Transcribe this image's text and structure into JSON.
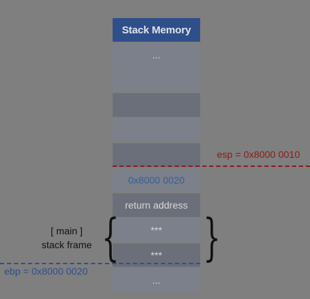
{
  "stack": {
    "header": "Stack Memory",
    "cells": [
      {
        "text": "...",
        "tone": "light"
      },
      {
        "text": "",
        "tone": "light"
      },
      {
        "text": "",
        "tone": "dark"
      },
      {
        "text": "",
        "tone": "light"
      },
      {
        "text": "",
        "tone": "dark"
      },
      {
        "text": "0x8000 0020",
        "tone": "light"
      },
      {
        "text": "return address",
        "tone": "dark"
      },
      {
        "text": "***",
        "tone": "light"
      },
      {
        "text": "***",
        "tone": "dark"
      },
      {
        "text": "...",
        "tone": "light"
      }
    ]
  },
  "esp": {
    "label": "esp = 0x8000 0010",
    "color": "#8b1a1a"
  },
  "ebp": {
    "label": "ebp = 0x8000 0020",
    "color": "#2f4f8b"
  },
  "frame": {
    "line1": "[ main ]",
    "line2": "stack frame"
  }
}
